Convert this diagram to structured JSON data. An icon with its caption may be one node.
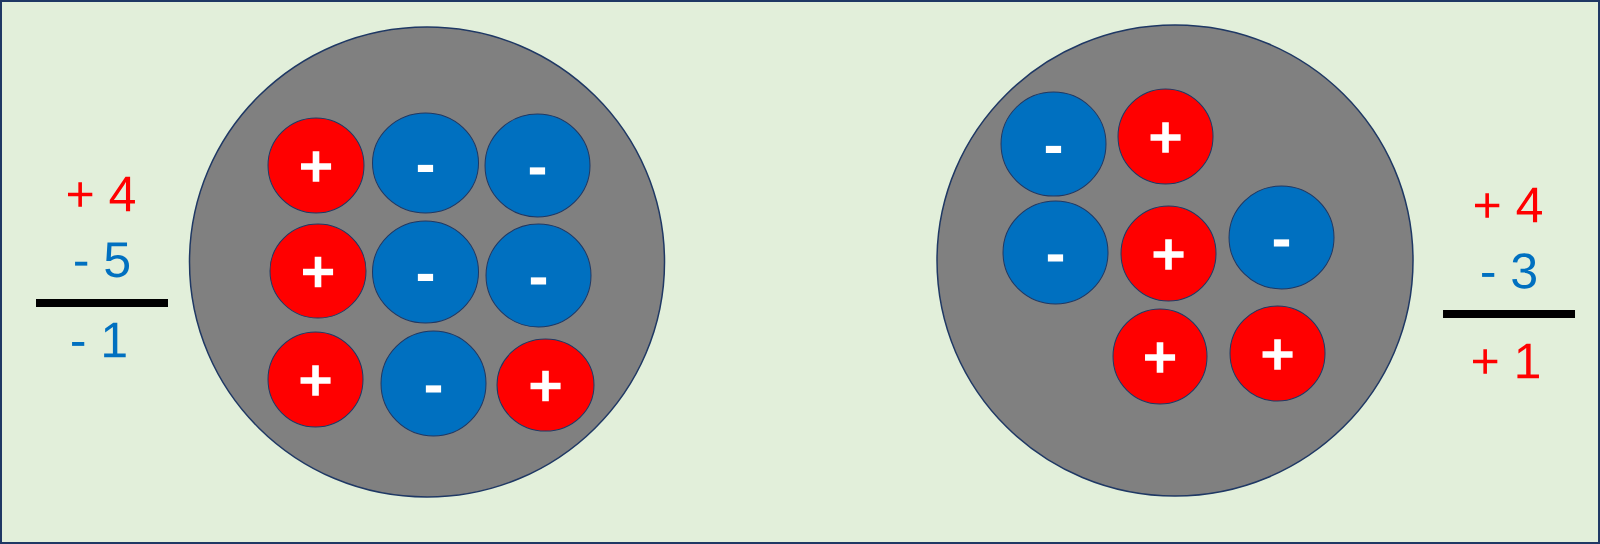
{
  "diagram": {
    "nodes": [
      {
        "text": [],
        "shape": "circle"
      },
      {
        "text": [
          "+"
        ],
        "in": 0
      },
      {
        "text": [
          "-"
        ],
        "in": 0
      },
      {
        "text": [
          "-"
        ],
        "in": 0
      },
      {
        "text": [
          "+"
        ],
        "in": 0
      },
      {
        "text": [
          "-"
        ],
        "in": 0
      },
      {
        "text": [
          "-"
        ],
        "in": 0
      },
      {
        "text": [
          "+"
        ],
        "in": 0
      },
      {
        "text": [
          "-"
        ],
        "in": 0
      },
      {
        "text": [
          "+"
        ],
        "in": 0
      },
      {
        "text": [],
        "shape": "circle"
      },
      {
        "text": [
          "-"
        ],
        "in": 10
      },
      {
        "text": [
          "+"
        ],
        "in": 10
      },
      {
        "text": [
          "-"
        ],
        "in": 10
      },
      {
        "text": [
          "+"
        ],
        "in": 10
      },
      {
        "text": [
          "-"
        ],
        "in": 10
      },
      {
        "text": [
          "+"
        ],
        "in": 10
      },
      {
        "text": [
          "+"
        ],
        "in": 10
      }
    ],
    "labels": [
      "+ 4",
      "- 5",
      "- 1",
      "+ 4",
      "- 3",
      "+ 1"
    ]
  }
}
